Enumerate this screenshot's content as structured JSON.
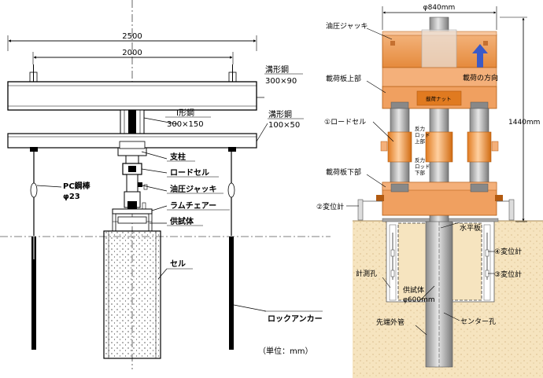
{
  "left": {
    "dim_total": "2500",
    "dim_inner": "2000",
    "beam_top_name": "溝形鋼",
    "beam_top_size": "300×90",
    "ibeam_name": "I形鋼",
    "ibeam_size": "300×150",
    "beam_low_name": "溝形鋼",
    "beam_low_size": "100×50",
    "support": "支柱",
    "load_cell": "ロードセル",
    "jack": "油圧ジャッキ",
    "ram_chair": "ラムチェアー",
    "specimen": "供試体",
    "pc_bar_name": "PC鋼棒",
    "pc_bar_size": "φ23",
    "cell": "セル",
    "rock_anchor": "ロックアンカー",
    "unit": "（単位：mm）"
  },
  "right": {
    "dim_width": "φ840mm",
    "dim_height": "1440mm",
    "jack": "油圧ジャッキ",
    "load_direction": "載荷の方向",
    "plate_top": "載荷板上部",
    "nut": "載荷ナット",
    "rod_cell": "①ロードセル",
    "rod_up_1": "反力",
    "rod_up_2": "ロッド",
    "rod_up_3": "上部",
    "rod_low_1": "反力",
    "rod_low_2": "ロッド",
    "rod_low_3": "下部",
    "plate_bottom": "載荷板下部",
    "gauge2": "②変位計",
    "level_plate": "水平板",
    "gauge4": "④変位計",
    "gauge3": "③変位計",
    "hole": "計測孔",
    "specimen_1": "供試体",
    "specimen_2": "φ600mm",
    "outer_tube": "先端外管",
    "center_hole": "センター孔"
  }
}
